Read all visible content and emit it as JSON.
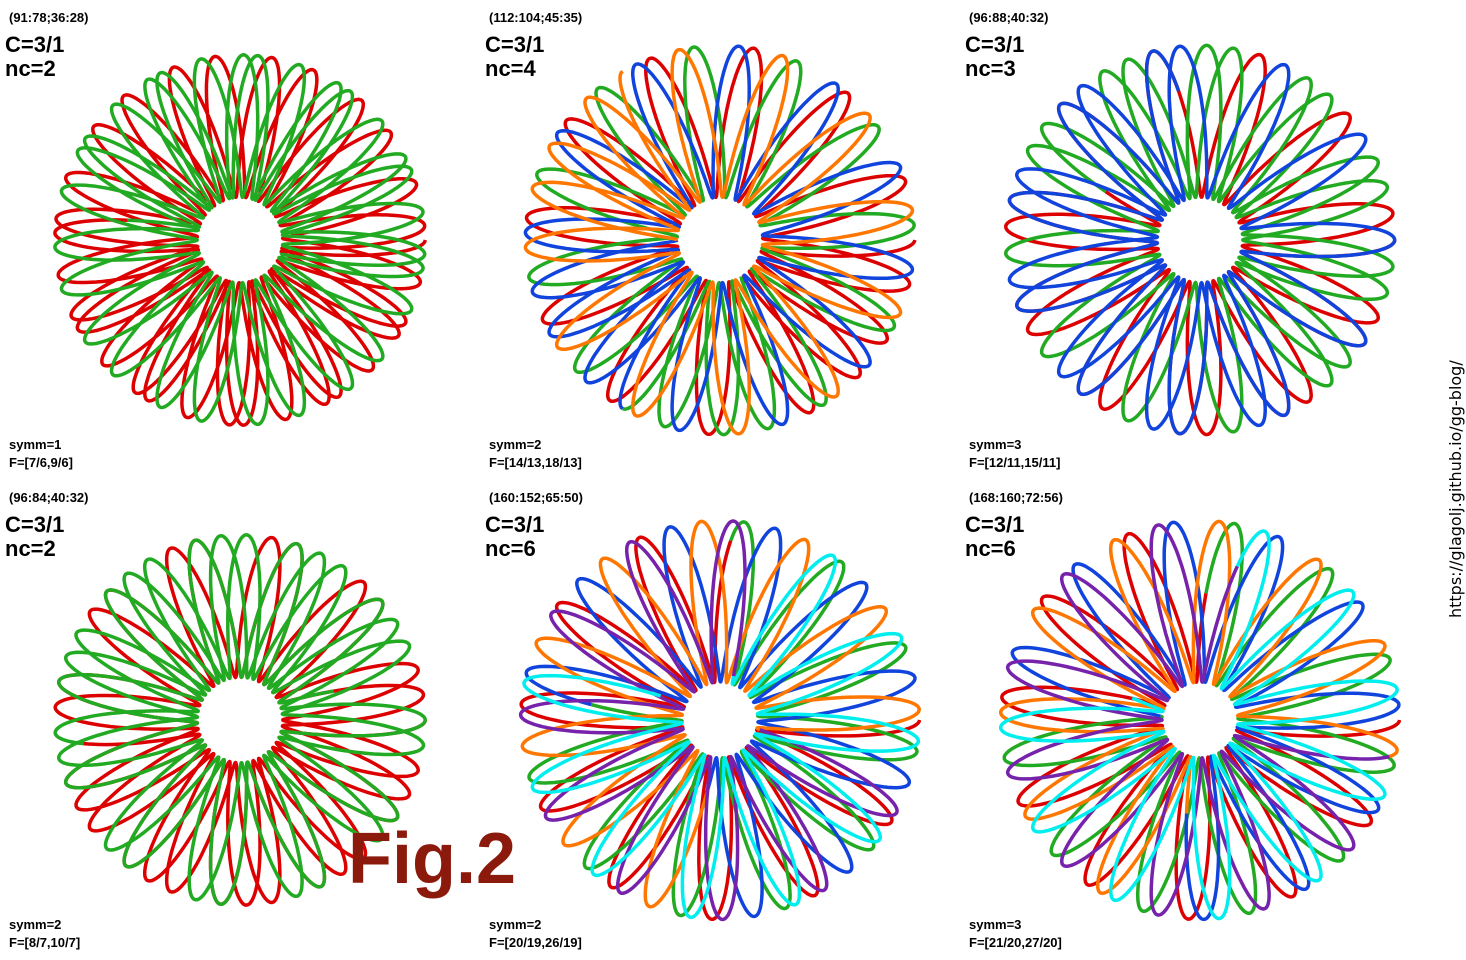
{
  "figure": {
    "label": "Fig.2",
    "url": "https://glagolj.github.io/gg-blog/"
  },
  "panels": [
    {
      "params": "(91:78;36:28)",
      "c": "C=3/1",
      "nc": "nc=2",
      "symm": "symm=1",
      "f": "F=[7/6,9/6]",
      "colors": [
        "#dd0000",
        "#22aa22"
      ]
    },
    {
      "params": "(112:104;45:35)",
      "c": "C=3/1",
      "nc": "nc=4",
      "symm": "symm=2",
      "f": "F=[14/13,18/13]",
      "colors": [
        "#dd0000",
        "#22aa22",
        "#1144dd",
        "#ff7700"
      ]
    },
    {
      "params": "(96:88;40:32)",
      "c": "C=3/1",
      "nc": "nc=3",
      "symm": "symm=3",
      "f": "F=[12/11,15/11]",
      "colors": [
        "#dd0000",
        "#22aa22",
        "#1144dd"
      ]
    },
    {
      "params": "(96:84;40:32)",
      "c": "C=3/1",
      "nc": "nc=2",
      "symm": "symm=2",
      "f": "F=[8/7,10/7]",
      "colors": [
        "#dd0000",
        "#22aa22"
      ]
    },
    {
      "params": "(160:152;65:50)",
      "c": "C=3/1",
      "nc": "nc=6",
      "symm": "symm=2",
      "f": "F=[20/19,26/19]",
      "colors": [
        "#dd0000",
        "#22aa22",
        "#1144dd",
        "#ff7700",
        "#7722aa",
        "#00eeee"
      ]
    },
    {
      "params": "(168:160;72:56)",
      "c": "C=3/1",
      "nc": "nc=6",
      "symm": "symm=3",
      "f": "F=[21/20,27/20]",
      "colors": [
        "#dd0000",
        "#22aa22",
        "#1144dd",
        "#ff7700",
        "#7722aa",
        "#00eeee"
      ]
    }
  ]
}
